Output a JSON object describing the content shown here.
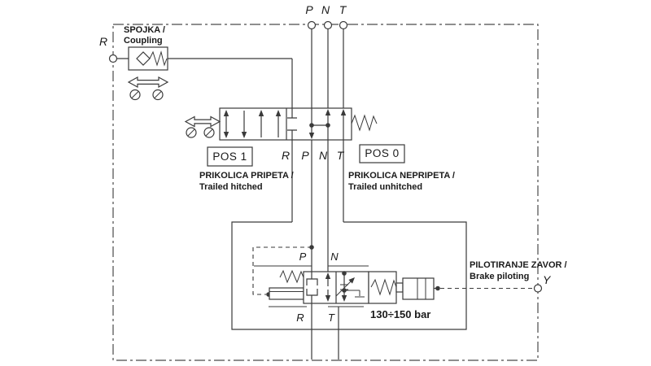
{
  "colors": {
    "line": "#3a3a3a",
    "text": "#1a1a1a",
    "background": "#ffffff"
  },
  "boundary_ports": {
    "p": "P",
    "n": "N",
    "t": "T",
    "r": "R",
    "y": "Y"
  },
  "coupling": {
    "label_line1": "SPOJKA /",
    "label_line2": "Coupling"
  },
  "main_valve": {
    "port_r": "R",
    "port_p": "P",
    "port_n": "N",
    "port_t": "T"
  },
  "positions": {
    "pos1": {
      "title": "POS 1",
      "desc_line1": "PRIKOLICA PRIPETA /",
      "desc_line2": "Trailed hitched"
    },
    "pos0": {
      "title": "POS 0",
      "desc_line1": "PRIKOLICA NEPRIPETA /",
      "desc_line2": "Trailed unhitched"
    }
  },
  "brake_valve": {
    "port_p": "P",
    "port_n": "N",
    "port_r": "R",
    "port_t": "T",
    "pressure_range": "130÷150 bar"
  },
  "pilot": {
    "label_line1": "PILOTIRANJE ZAVOR /",
    "label_line2": "Brake piloting"
  }
}
